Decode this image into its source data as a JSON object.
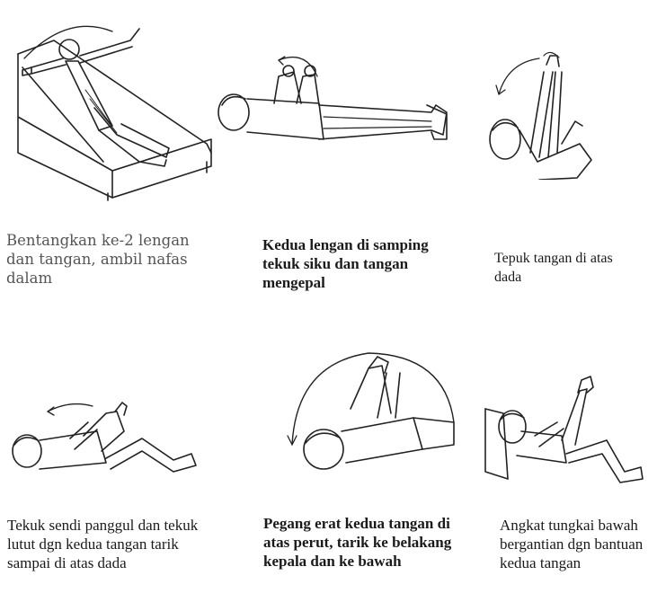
{
  "exercises": [
    {
      "caption": "Bentangkan ke-2 lengan dan tangan, ambil nafas dalam"
    },
    {
      "caption": "Kedua lengan di samping tekuk siku dan tangan mengepal"
    },
    {
      "caption": "Tepuk tangan di atas dada"
    },
    {
      "caption": "Tekuk sendi panggul dan tekuk lutut dgn kedua tangan tarik sampai di atas dada"
    },
    {
      "caption": "Pegang erat kedua tangan di atas perut, tarik ke belakang kepala dan ke bawah"
    },
    {
      "caption": "Angkat tungkai bawah bergantian dgn bantuan kedua tangan"
    }
  ]
}
